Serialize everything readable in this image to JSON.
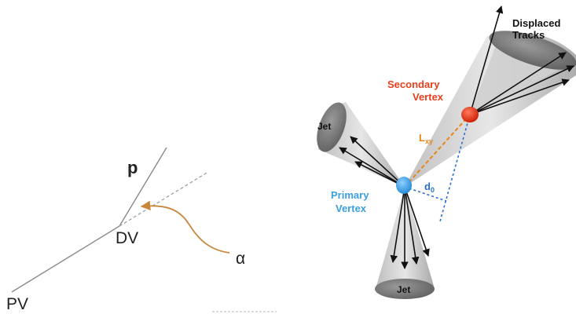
{
  "left_diagram": {
    "momentum_label": "p",
    "dv_label": "DV",
    "pv_label": "PV",
    "angle_label": "α",
    "line_color": "#8a8a8a",
    "dashed_color": "#9a9a9a",
    "arrow_color": "#c8873c"
  },
  "right_diagram": {
    "displaced_tracks_label_line1": "Displaced",
    "displaced_tracks_label_line2": "Tracks",
    "secondary_vertex_label_line1": "Secondary",
    "secondary_vertex_label_line2": "Vertex",
    "primary_vertex_label_line1": "Primary",
    "primary_vertex_label_line2": "Vertex",
    "lxy_label_main": "L",
    "lxy_label_sub": "xy",
    "d0_label_main": "d",
    "d0_label_sub": "0",
    "jet_left_label": "Jet",
    "jet_bottom_label": "Jet",
    "secondary_color": "#e8401c",
    "primary_color": "#3aa0e0",
    "lxy_color": "#e8861c",
    "d0_color": "#2a6fd0"
  }
}
